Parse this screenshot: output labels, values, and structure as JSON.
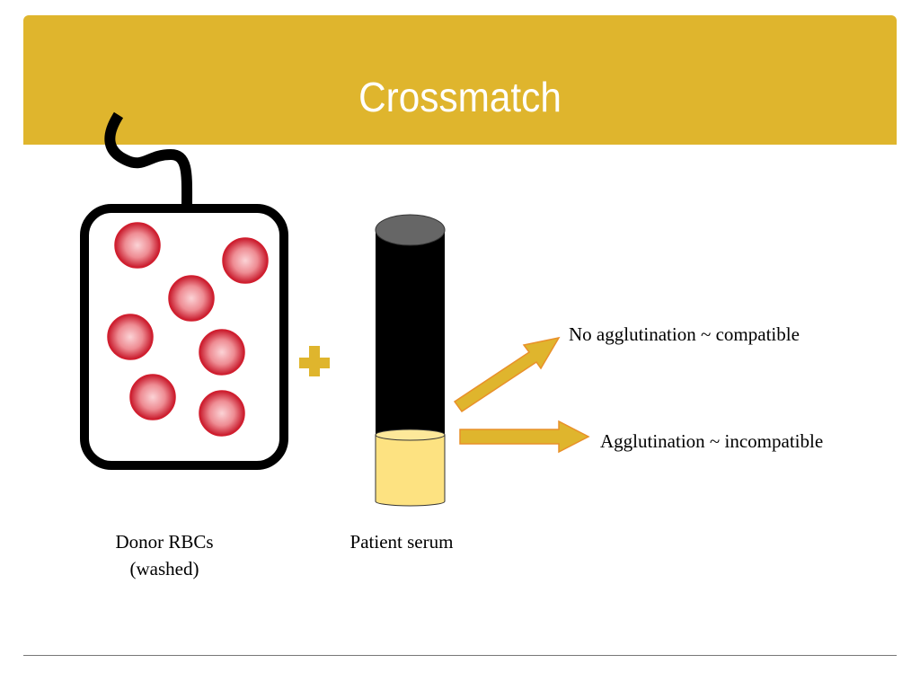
{
  "slide": {
    "title": "Crossmatch",
    "accent_color": "#DFB52D"
  },
  "diagram": {
    "donor": {
      "label_line1": "Donor RBCs",
      "label_line2": "(washed)",
      "cell_count": 7
    },
    "operator": "+",
    "patient": {
      "label": "Patient serum"
    },
    "outcomes": [
      {
        "label": "No agglutination ~ compatible"
      },
      {
        "label": "Agglutination ~ incompatible"
      }
    ]
  }
}
